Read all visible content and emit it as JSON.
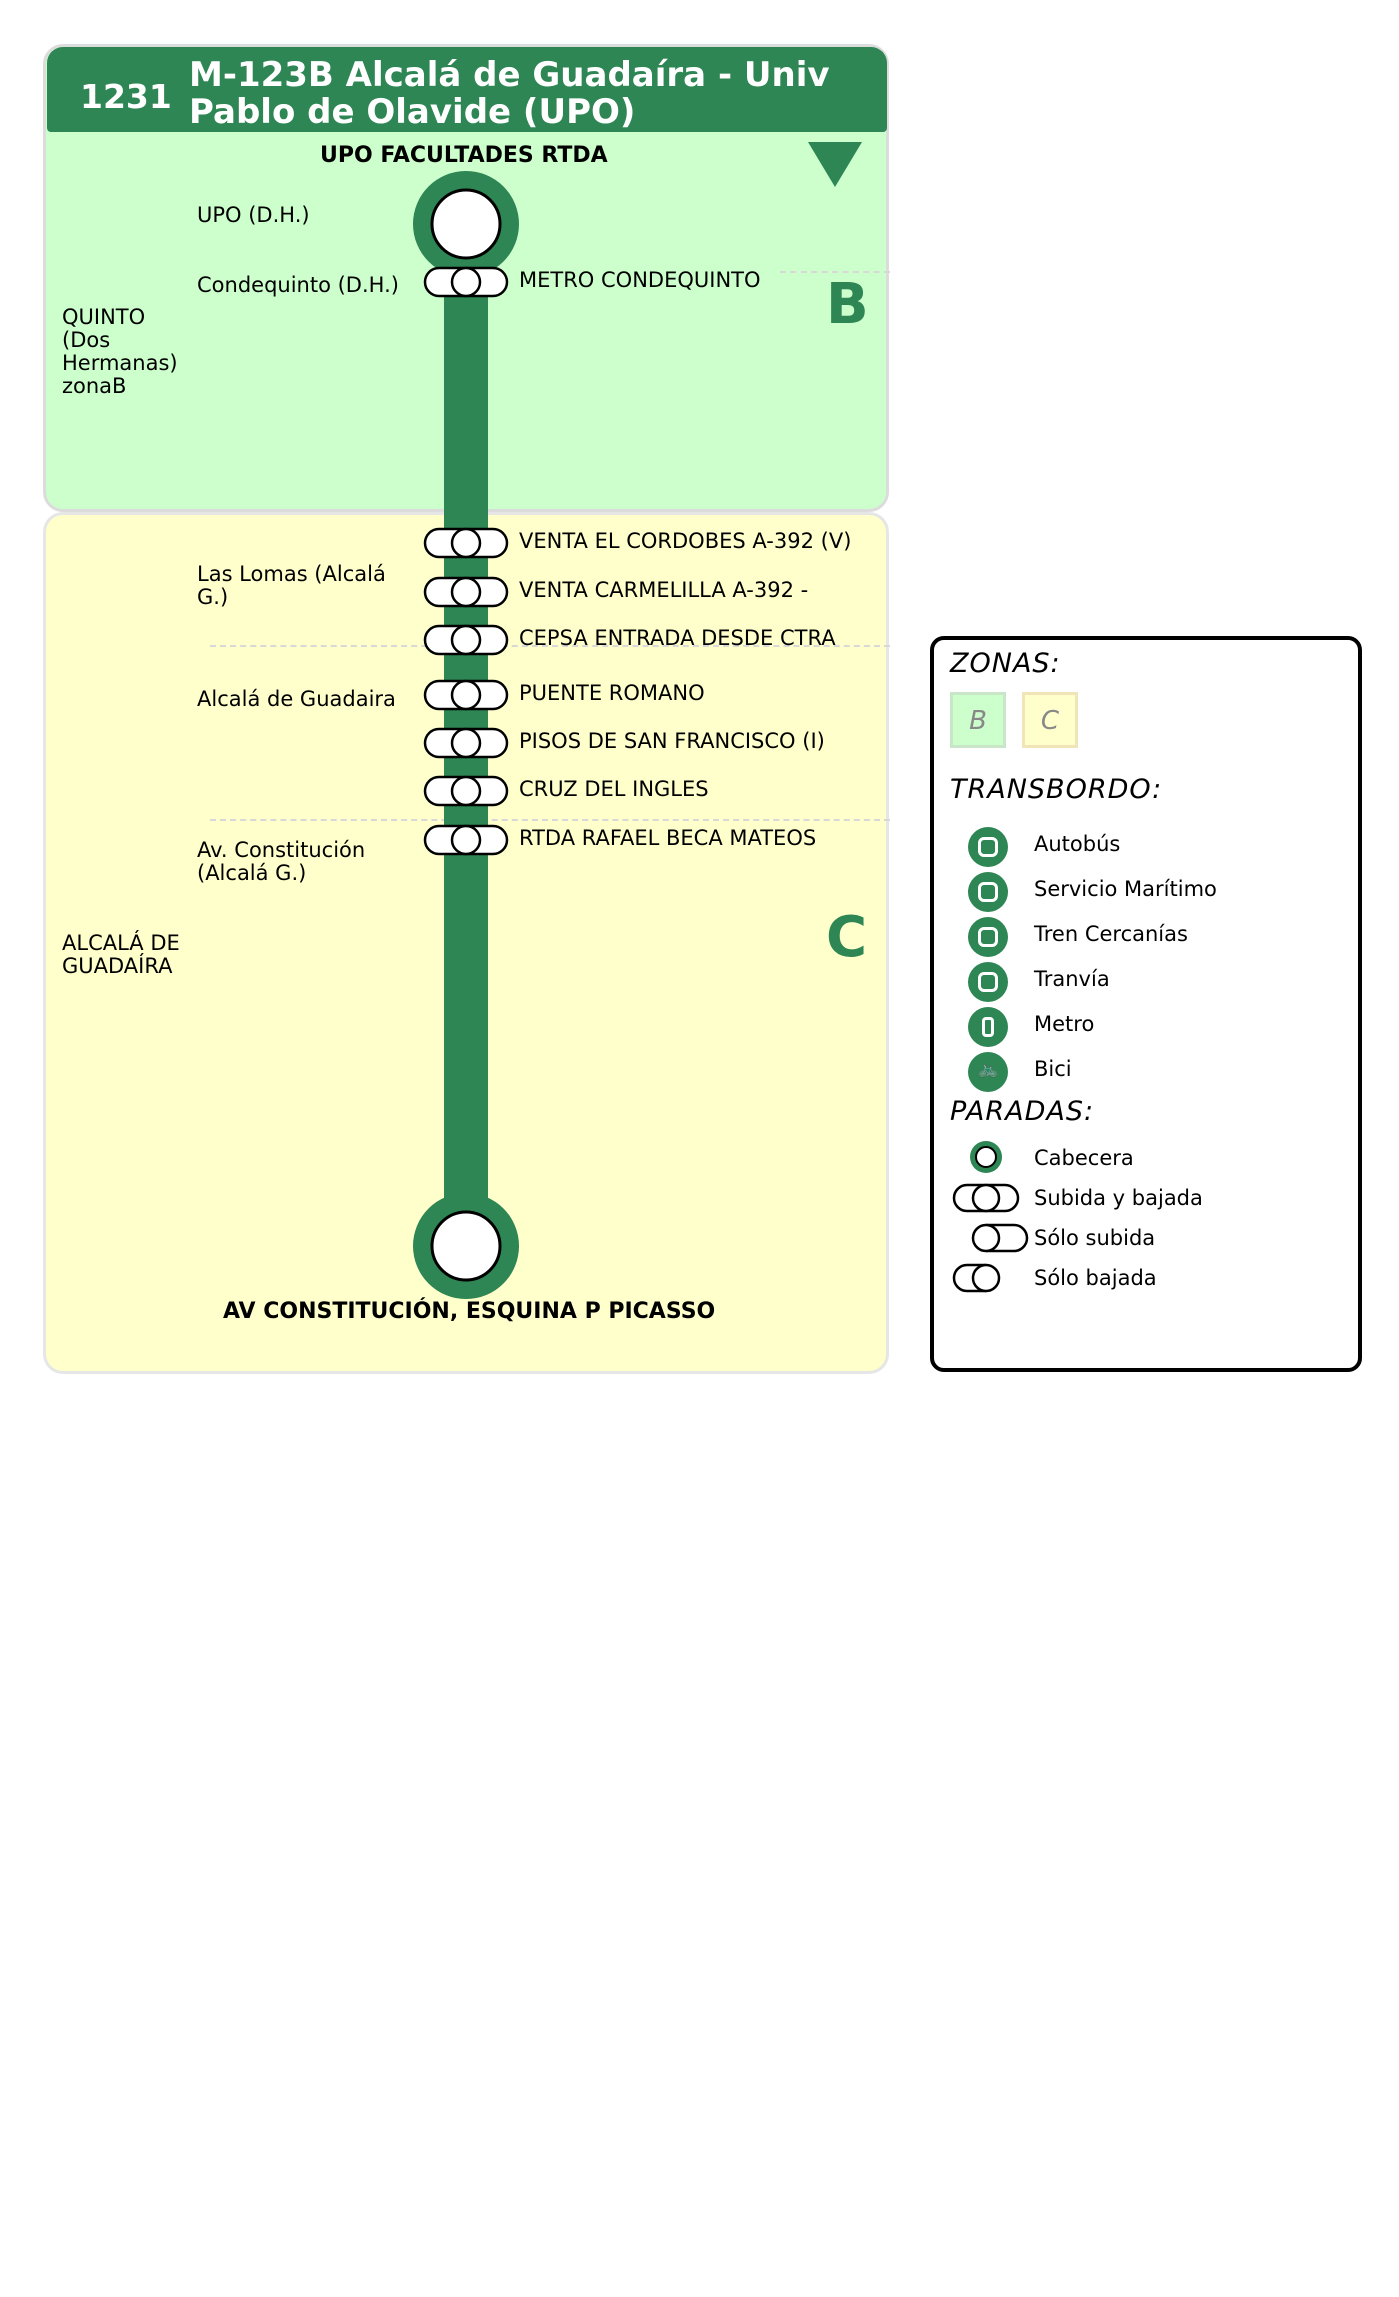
{
  "header": {
    "code": "1231",
    "title": "M-123B Alcalá de Guadaíra - Univ Pablo de Olavide (UPO)"
  },
  "route": {
    "start_terminal": "UPO FACULTADES RTDA",
    "end_terminal": "AV CONSTITUCIÓN, ESQUINA P PICASSO"
  },
  "zones": [
    {
      "letter": "B",
      "name_lines": [
        "QUINTO",
        "(Dos",
        "Hermanas)",
        "zonaB"
      ],
      "color": "#ccffcc"
    },
    {
      "letter": "C",
      "name_lines": [
        "ALCALÁ DE",
        "GUADAÍRA"
      ],
      "color": "#ffffcc"
    }
  ],
  "localities": [
    {
      "lines": [
        "UPO (D.H.)"
      ]
    },
    {
      "lines": [
        "Condequinto (D.H.)"
      ]
    },
    {
      "lines": [
        "Las Lomas (Alcalá",
        "G.)"
      ]
    },
    {
      "lines": [
        "Alcalá de Guadaira"
      ]
    },
    {
      "lines": [
        "Av. Constitución",
        "(Alcalá G.)"
      ]
    }
  ],
  "stops": [
    {
      "name": "METRO CONDEQUINTO",
      "type": "both"
    },
    {
      "name": "VENTA EL CORDOBES A-392 (V)",
      "type": "both"
    },
    {
      "name": "VENTA CARMELILLA A-392 -",
      "type": "both"
    },
    {
      "name": "CEPSA ENTRADA DESDE CTRA",
      "type": "both"
    },
    {
      "name": "PUENTE ROMANO",
      "type": "both"
    },
    {
      "name": "PISOS DE SAN FRANCISCO (I)",
      "type": "both"
    },
    {
      "name": "CRUZ DEL INGLES",
      "type": "both"
    },
    {
      "name": "RTDA RAFAEL BECA MATEOS",
      "type": "both"
    }
  ],
  "line_color": "#2d8653",
  "legend": {
    "zones_title": "ZONAS:",
    "zone_chips": [
      {
        "letter": "B",
        "color": "#ccffcc"
      },
      {
        "letter": "C",
        "color": "#ffffcc"
      }
    ],
    "transfer_title": "TRANSBORDO:",
    "transfers": [
      {
        "label": "Autobús",
        "icon": "bus-icon"
      },
      {
        "label": "Servicio Marítimo",
        "icon": "ferry-icon"
      },
      {
        "label": "Tren Cercanías",
        "icon": "train-icon"
      },
      {
        "label": "Tranvía",
        "icon": "tram-icon"
      },
      {
        "label": "Metro",
        "icon": "metro-icon"
      },
      {
        "label": "Bici",
        "icon": "bike-icon"
      }
    ],
    "stops_title": "PARADAS:",
    "stop_types": [
      {
        "label": "Cabecera"
      },
      {
        "label": "Subida y bajada"
      },
      {
        "label": "Sólo subida"
      },
      {
        "label": "Sólo bajada"
      }
    ]
  }
}
